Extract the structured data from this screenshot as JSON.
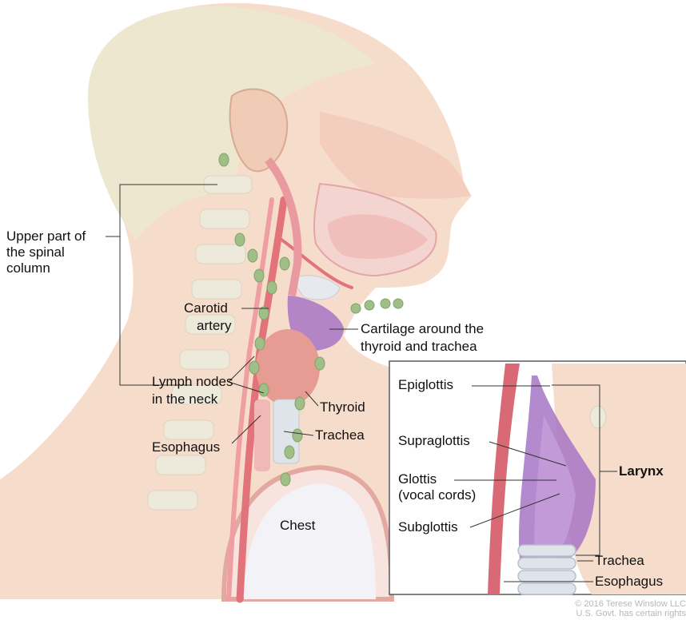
{
  "main_labels": {
    "spine_line1": "Upper part of",
    "spine_line2": "the spinal",
    "spine_line3": "column",
    "carotid_line1": "Carotid",
    "carotid_line2": "artery",
    "cartilage_line1": "Cartilage around the",
    "cartilage_line2": "thyroid and trachea",
    "lymph_line1": "Lymph nodes",
    "lymph_line2": "in the neck",
    "thyroid": "Thyroid",
    "trachea": "Trachea",
    "esophagus": "Esophagus",
    "chest": "Chest"
  },
  "inset_labels": {
    "epiglottis": "Epiglottis",
    "supraglottis": "Supraglottis",
    "glottis_line1": "Glottis",
    "glottis_line2": "(vocal cords)",
    "subglottis": "Subglottis",
    "larynx": "Larynx",
    "trachea": "Trachea",
    "esophagus": "Esophagus"
  },
  "copyright": {
    "line1": "© 2016 Terese Winslow LLC",
    "line2": "U.S. Govt. has certain rights"
  },
  "colors": {
    "skin": "#f6dccb",
    "hair": "#ede7cf",
    "bone": "#eeeadb",
    "artery": "#e2737b",
    "lymph_node": "#9fbf86",
    "larynx": "#a775c6",
    "thyroid": "#e79c93",
    "inset_border": "#5a5a5a"
  }
}
